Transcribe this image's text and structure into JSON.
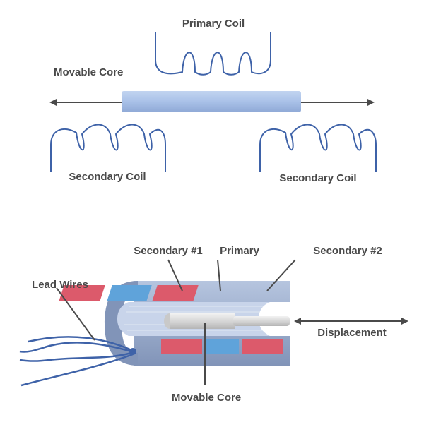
{
  "top": {
    "primary_coil_label": "Primary Coil",
    "movable_core_label": "Movable Core",
    "secondary_left_label": "Secondary Coil",
    "secondary_right_label": "Secondary Coil"
  },
  "bottom": {
    "secondary1_label": "Secondary #1",
    "primary_label": "Primary",
    "secondary2_label": "Secondary #2",
    "lead_wires_label": "Lead Wires",
    "displacement_label": "Displacement",
    "movable_core_label": "Movable Core"
  },
  "colors": {
    "coil_wire": "#3e62a8",
    "core_fill": "#a9c1e8",
    "arrow": "#4a4a4a",
    "housing_outer": "#8ea2c6",
    "housing_inner": "#c8d4ea",
    "secondary_winding": "#dc5a6b",
    "primary_winding": "#5fa3da",
    "rod": "#dcdcdc",
    "label_text": "#4a4a4a"
  }
}
